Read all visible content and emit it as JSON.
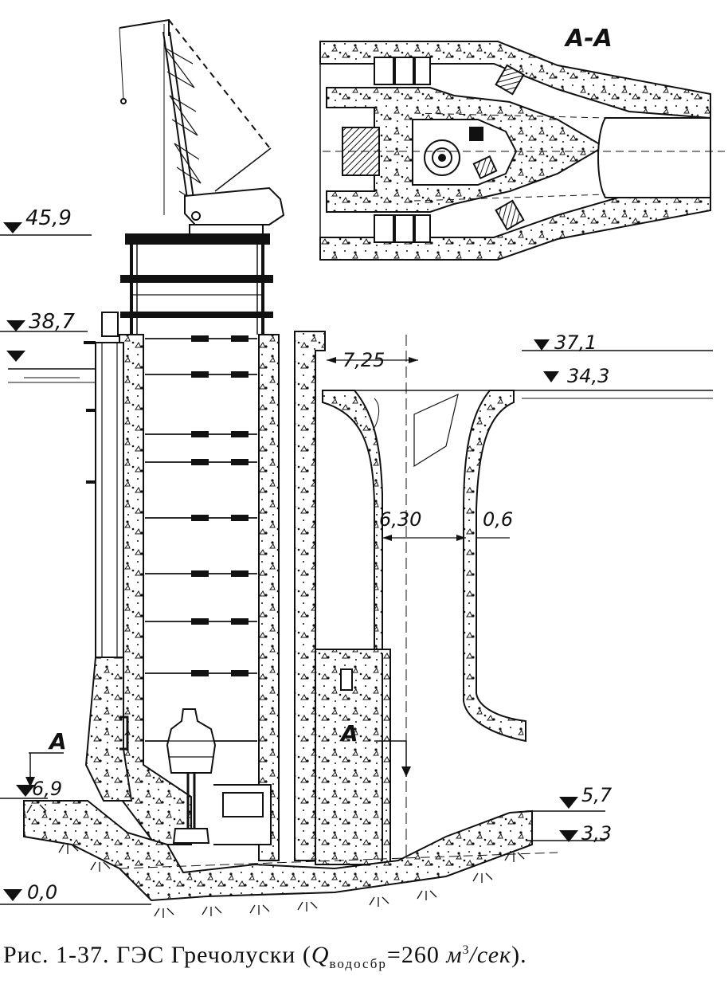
{
  "section_label": "А-А",
  "section_mark": "А",
  "elevations": {
    "e45_9": "45,9",
    "e38_7": "38,7",
    "e37_1": "37,1",
    "e34_3": "34,3",
    "e6_9": "6,9",
    "e5_7": "5,7",
    "e3_3": "3,3",
    "e0_0": "0,0"
  },
  "dimensions": {
    "d7_25": "7,25",
    "d6_30": "6,30",
    "d0_6": "0,6"
  },
  "caption": {
    "prefix": "Рис. 1-37. ГЭС Гречолуски (",
    "q": "Q",
    "q_sub": "водосбр",
    "equals": "=260 ",
    "unit_m": "м",
    "unit_exp": "3",
    "unit_rest": "/сек",
    "suffix": ")."
  },
  "colors": {
    "ink": "#111111",
    "paper": "#ffffff"
  }
}
